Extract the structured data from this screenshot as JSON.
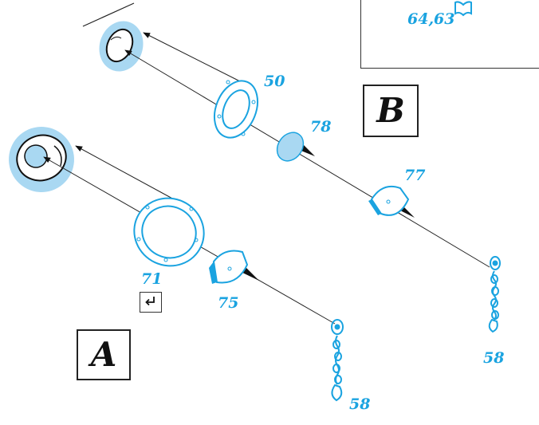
{
  "labels": {
    "ref_top": "64,63",
    "part_50": "50",
    "part_78": "78",
    "part_77": "77",
    "part_71": "71",
    "part_75": "75",
    "part_58_right": "58",
    "part_58_bottom": "58"
  },
  "panels": {
    "a": "A",
    "b": "B"
  },
  "icons": {
    "ref_icon": "book-icon",
    "enter_icon": "return-arrow-icon"
  },
  "colors": {
    "accent": "#1aa3e0",
    "highlight": "#a9d8f2",
    "line": "#222222"
  }
}
